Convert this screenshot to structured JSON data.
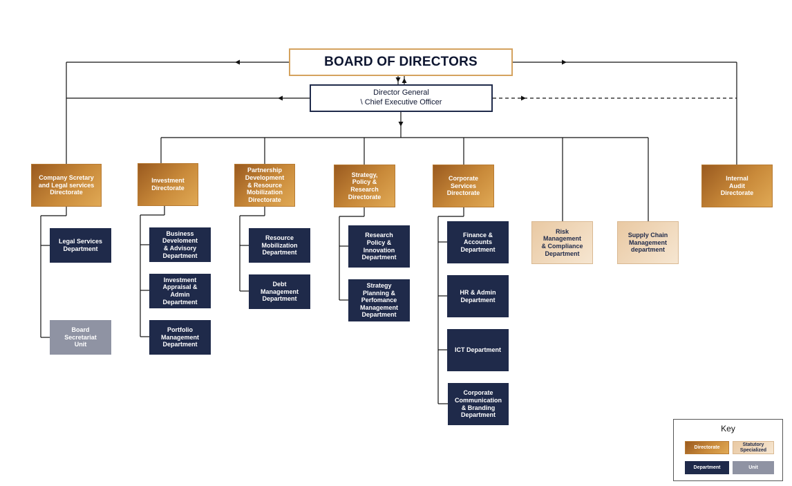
{
  "board": {
    "title": "BOARD OF DIRECTORS"
  },
  "ceo": {
    "line1": "Director General",
    "line2": "\\ Chief Executive Officer"
  },
  "directorates": {
    "company_secretary": "Company Scretary\nand Legal services\nDirectorate",
    "investment": "Investment\nDirectorate",
    "partnership": "Partnership\nDevelopment\n& Resource\nMobilization\nDirectorate",
    "strategy": "Strategy,\nPolicy &\nResearch\nDirectorate",
    "corporate_services": "Corporate\nServices\nDirectorate",
    "internal_audit": "Internal\nAudit\nDirectorate"
  },
  "statutory": {
    "risk": "Risk\nManagement\n& Compliance\nDepartment",
    "supply_chain": "Supply Chain\nManagement\ndepartment"
  },
  "departments": {
    "legal_services": "Legal Services\nDepartment",
    "business_development": "Business\nDeveloment\n& Advisory\nDepartment",
    "investment_appraisal": "Investment\nAppraisal &\nAdmin\nDepartment",
    "portfolio": "Portfolio\nManagement\nDepartment",
    "resource_mobilization": "Resource\nMobilization\nDepartment",
    "debt": "Debt\nManagement\nDepartment",
    "research_policy": "Research\nPolicy &\nInnovation\nDepartment",
    "strategy_planning": "Strategy\nPlanning &\nPerfomance\nManagement\nDepartment",
    "finance": "Finance &\nAccounts\nDepartment",
    "hr_admin": "HR & Admin\nDepartment",
    "ict": "ICT Department",
    "corporate_communication": "Corporate\nCommunication\n& Branding\nDepartment"
  },
  "units": {
    "board_secretariat": "Board\nSecretariat\nUnit"
  },
  "key": {
    "title": "Key",
    "directorate": "Directorate",
    "statutory": "Statutory\nSpecialized",
    "department": "Department",
    "unit": "Unit"
  },
  "colors": {
    "directorate": "#c98a3a",
    "department": "#1f2a4a",
    "statutory": "#f3dfc6",
    "unit": "#8f93a3",
    "board_border": "#d4a25e"
  }
}
